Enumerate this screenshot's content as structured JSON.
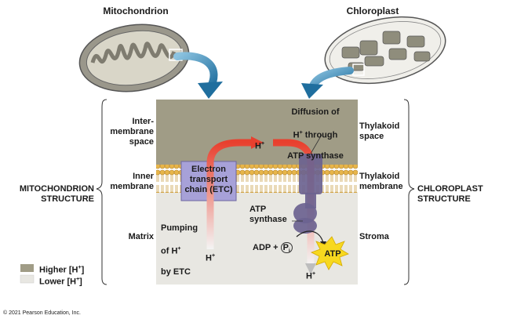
{
  "organelles": {
    "mito_title": "Mitochondrion",
    "chloro_title": "Chloroplast"
  },
  "left_labels": {
    "intermembrane": "Inter-\nmembrane\nspace",
    "inner_membrane": "Inner\nmembrane",
    "matrix": "Matrix"
  },
  "right_labels": {
    "thylakoid_space": "Thylakoid\nspace",
    "thylakoid_membrane": "Thylakoid\nmembrane",
    "stroma": "Stroma"
  },
  "structures": {
    "mito": "MITOCHONDRION\nSTRUCTURE",
    "chloro": "CHLOROPLAST\nSTRUCTURE"
  },
  "center": {
    "diffusion": "Diffusion of",
    "diffusion_h": "H",
    "diffusion_rest": " through",
    "diffusion_3": "ATP synthase",
    "etc": "Electron\ntransport\nchain (ETC)",
    "pumping_1": "Pumping",
    "pumping_2": "of H",
    "pumping_3": "by ETC",
    "atp_synthase": "ATP\nsynthase",
    "adp": "ADP + ",
    "pi": "P",
    "pi_sub": "i",
    "atp": "ATP",
    "h_top": "H",
    "h_left_bottom": "H",
    "h_right_bottom": "H",
    "plus": "+"
  },
  "legend": {
    "higher": "Higher [H",
    "lower": "Lower [H",
    "close": "]",
    "plus": "+"
  },
  "colors": {
    "higher": "#a09c86",
    "lower": "#e8e7e2",
    "etc": "#a7a1d8",
    "synthase": "#6b6390",
    "arrow": "#e8402e",
    "atp": "#f7d81f",
    "mito_arrow": "#2678a6"
  },
  "copyright": "© 2021 Pearson Education, Inc."
}
